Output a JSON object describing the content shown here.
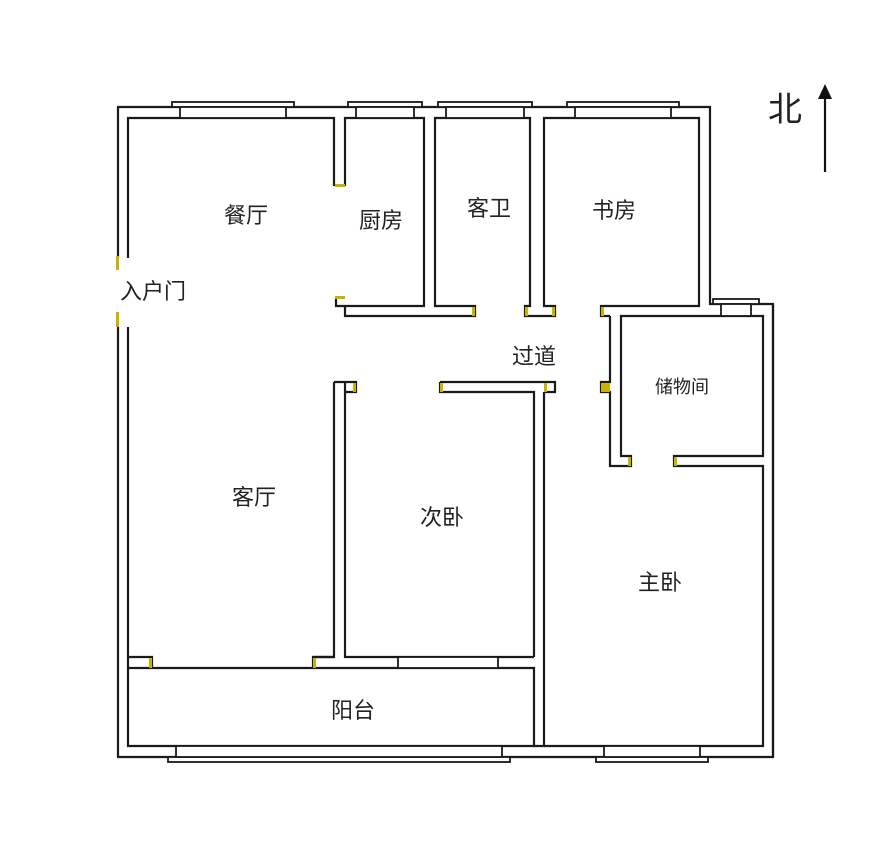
{
  "rooms": {
    "dining": "餐厅",
    "kitchen": "厨房",
    "guest_bath": "客卫",
    "study": "书房",
    "entrance": "入户门",
    "hallway": "过道",
    "storage": "储物间",
    "living": "客厅",
    "second_bedroom": "次卧",
    "master_bedroom": "主卧",
    "balcony": "阳台"
  },
  "compass": {
    "label": "北"
  }
}
